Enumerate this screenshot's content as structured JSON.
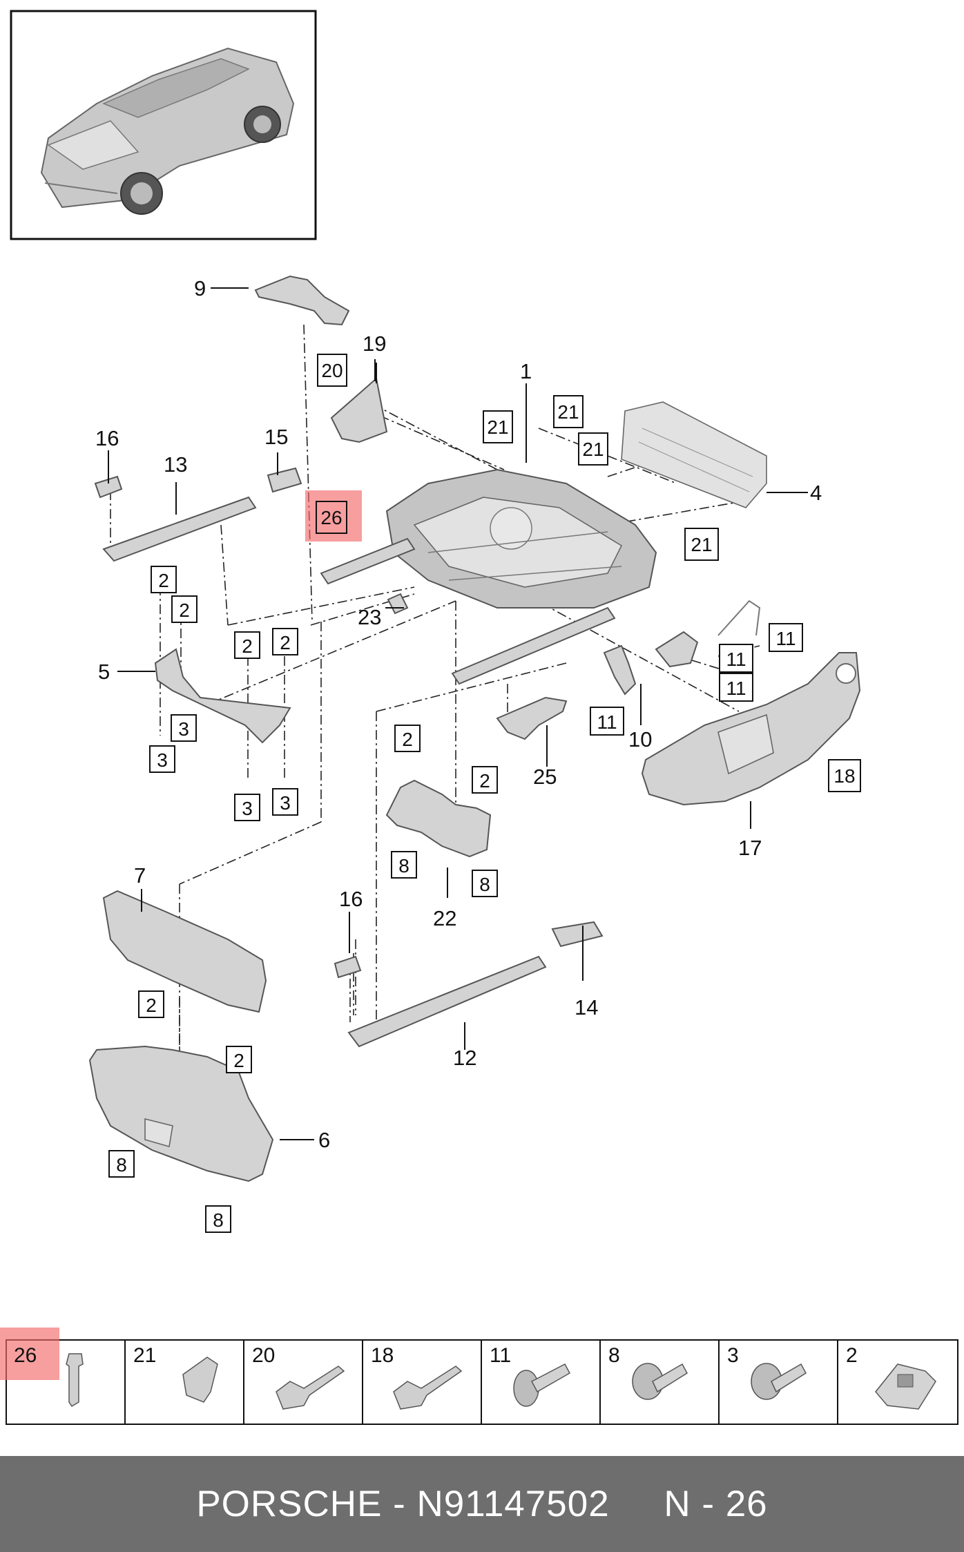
{
  "callouts": {
    "c1": "1",
    "c4": "4",
    "c5": "5",
    "c6": "6",
    "c7": "7",
    "c9": "9",
    "c10": "10",
    "c12": "12",
    "c13": "13",
    "c14": "14",
    "c15": "15",
    "c16a": "16",
    "c16b": "16",
    "c17": "17",
    "c19": "19",
    "c22": "22",
    "c23": "23",
    "c25": "25"
  },
  "boxed_labels": {
    "b20": "20",
    "b21a": "21",
    "b21b": "21",
    "b21c": "21",
    "b21d": "21",
    "b26": "26",
    "b11a": "11",
    "b11b": "11",
    "b11c": "11",
    "b11d": "11",
    "b18": "18",
    "b2a": "2",
    "b2b": "2",
    "b2c": "2",
    "b2d": "2",
    "b2e": "2",
    "b2f": "2",
    "b2g": "2",
    "b3a": "3",
    "b3b": "3",
    "b3c": "3",
    "b3d": "3",
    "b8a": "8",
    "b8b": "8",
    "b8c": "8",
    "b8d": "8"
  },
  "highlight_color": "#f26a6a",
  "fastener_table": {
    "cells": [
      "26",
      "21",
      "20",
      "18",
      "11",
      "8",
      "3",
      "2"
    ],
    "highlighted": "26"
  },
  "footer": {
    "brand_part": "PORSCHE - N91147502",
    "position": "N - 26"
  }
}
